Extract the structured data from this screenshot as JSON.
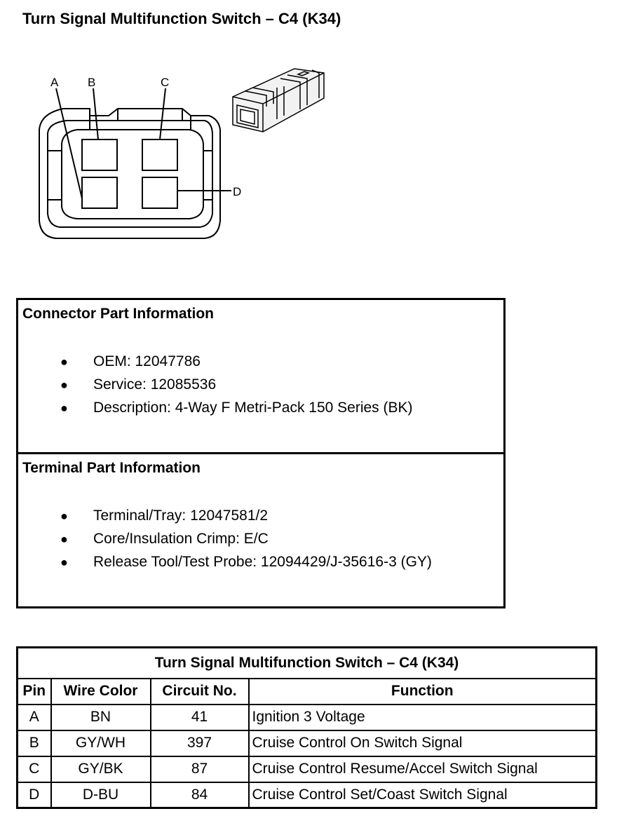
{
  "title": "Turn Signal Multifunction Switch – C4 (K34)",
  "connector_diagram": {
    "labels": [
      "A",
      "B",
      "C",
      "D"
    ]
  },
  "connector_info": {
    "heading": "Connector Part Information",
    "items": [
      "OEM: 12047786",
      "Service: 12085536",
      "Description: 4-Way F Metri-Pack 150 Series (BK)"
    ]
  },
  "terminal_info": {
    "heading": "Terminal Part Information",
    "items": [
      "Terminal/Tray: 12047581/2",
      "Core/Insulation Crimp: E/C",
      "Release Tool/Test Probe: 12094429/J-35616-3 (GY)"
    ]
  },
  "pin_table": {
    "caption": "Turn Signal Multifunction Switch – C4 (K34)",
    "headers": [
      "Pin",
      "Wire Color",
      "Circuit No.",
      "Function"
    ],
    "rows": [
      [
        "A",
        "BN",
        "41",
        "Ignition 3 Voltage"
      ],
      [
        "B",
        "GY/WH",
        "397",
        "Cruise Control On Switch Signal"
      ],
      [
        "C",
        "GY/BK",
        "87",
        "Cruise Control Resume/Accel Switch Signal"
      ],
      [
        "D",
        "D-BU",
        "84",
        "Cruise Control Set/Coast Switch Signal"
      ]
    ]
  }
}
